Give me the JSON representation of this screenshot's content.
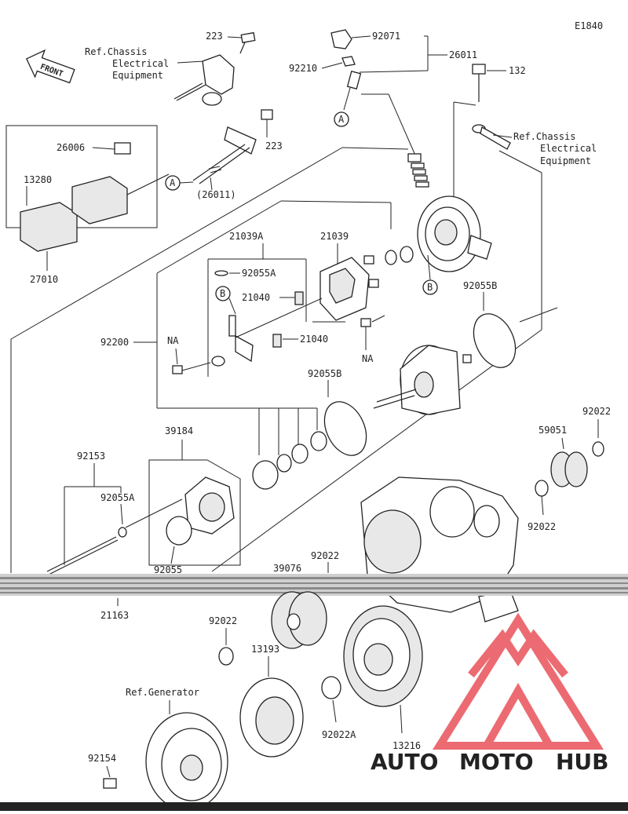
{
  "diagram_code": "E1840",
  "front_label": "FRONT",
  "refs": {
    "chassis_top": [
      "Ref.Chassis",
      "Electrical",
      "Equipment"
    ],
    "chassis_right": [
      "Ref.Chassis",
      "Electrical",
      "Equipment"
    ],
    "generator": "Ref.Generator"
  },
  "parts": {
    "p223a": "223",
    "p223b": "223",
    "p92071": "92071",
    "p26011": "26011",
    "p92210": "92210",
    "p132": "132",
    "p26006": "26006",
    "p13280": "13280",
    "p26011b": "(26011)",
    "p27010": "27010",
    "p21039A": "21039A",
    "p21039": "21039",
    "p92055A": "92055A",
    "p21040a": "21040",
    "p21040b": "21040",
    "p92200": "92200",
    "pNA1": "NA",
    "pNA2": "NA",
    "p92055B1": "92055B",
    "p92055B2": "92055B",
    "p92022a": "92022",
    "p59051": "59051",
    "p92022b": "92022",
    "p39184": "39184",
    "p92153": "92153",
    "p92055A2": "92055A",
    "p92055": "92055",
    "p39076": "39076",
    "p92022c": "92022",
    "p21163": "21163",
    "p92022d": "92022",
    "p13193": "13193",
    "p92022A": "92022A",
    "p13216": "13216",
    "p92154": "92154"
  },
  "markers": {
    "A1": "A",
    "A2": "A",
    "B1": "B",
    "B2": "B"
  },
  "watermark": {
    "brand_a": "AUTO",
    "brand_b": "MOTO",
    "brand_c": "HUB",
    "color_a": "#f2b233",
    "color_b": "#f2b233",
    "color_c": "#4a4a4a",
    "logo_color": "#e8474f"
  }
}
